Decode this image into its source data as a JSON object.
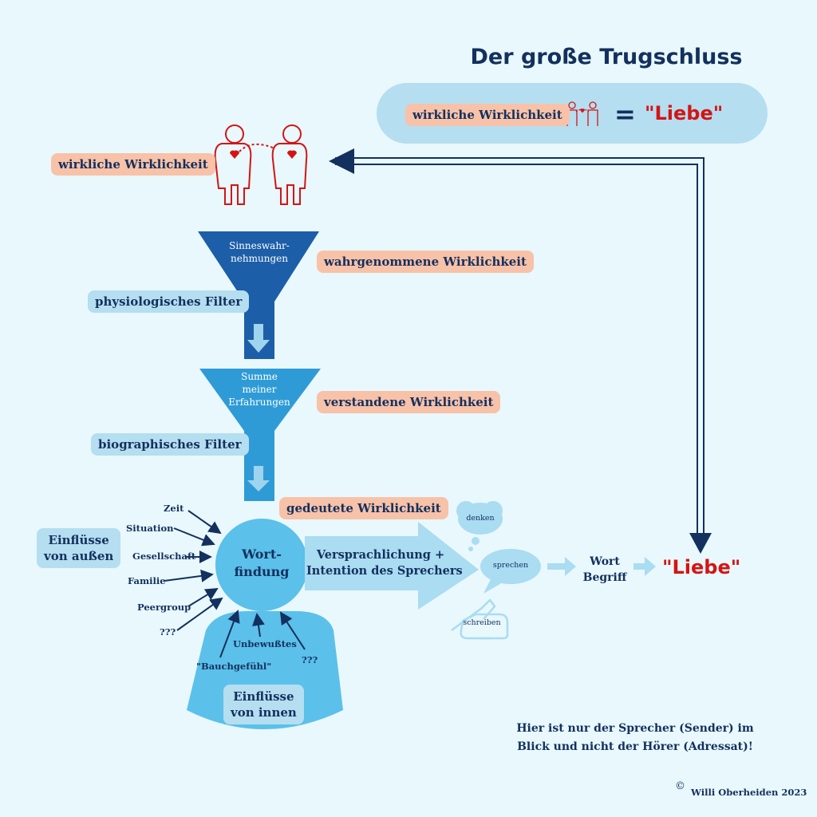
{
  "title": "Der große Trugschluss",
  "header": {
    "label": "wirkliche Wirklichkeit",
    "equals": "=",
    "word": "\"Liebe\""
  },
  "labels": {
    "real_reality": "wirkliche Wirklichkeit",
    "perceived_reality": "wahrgenommene Wirklichkeit",
    "understood_reality": "verstandene Wirklichkeit",
    "interpreted_reality": "gedeutete Wirklichkeit",
    "physiological_filter": "physiologisches Filter",
    "biographical_filter": "biographisches Filter"
  },
  "funnels": {
    "top": "Sinneswahr-\nnehmungen",
    "bottom": "Summe\nmeiner\nErfahrungen"
  },
  "outer": {
    "box": "Einflüsse\nvon außen",
    "items": [
      "Zeit",
      "Situation",
      "Gesellschaft",
      "Familie",
      "Peergroup",
      "???"
    ]
  },
  "inner": {
    "box": "Einflüsse\nvon innen",
    "items": [
      "Unbewußtes",
      "\"Bauchgefühl\"",
      "???"
    ]
  },
  "word_finding": "Wort-\nfindung",
  "verbalization": "Versprachlichung +\nIntention des Sprechers",
  "bubbles": {
    "think": "denken",
    "speak": "sprechen",
    "write": "schreiben"
  },
  "result": {
    "term": "Wort\nBegriff",
    "word": "\"Liebe\""
  },
  "note": "Hier ist nur der Sprecher (Sender) im\nBlick und nicht der Hörer (Adressat)!",
  "copyright": {
    "symbol": "©",
    "text": "Willi Oberheiden 2023"
  },
  "colors": {
    "background": "#e8f8fc",
    "navy": "#13305e",
    "salmon": "#f8c2a8",
    "light_blue": "#b5def0",
    "funnel_dark": "#1d5ea8",
    "funnel_mid": "#2f9bd6",
    "sky": "#5bc0ea",
    "red": "#d41414"
  },
  "icons": [
    "people-heart-icon",
    "thought-cloud-icon",
    "speech-bubble-icon",
    "writing-hand-icon"
  ]
}
